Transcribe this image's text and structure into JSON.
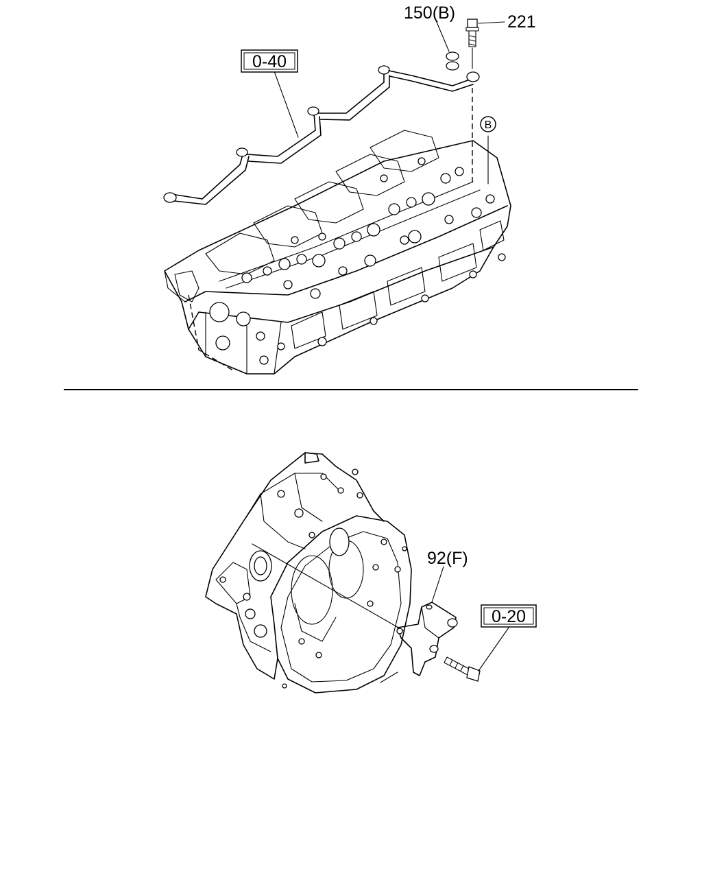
{
  "callouts": {
    "ref_top": "0-40",
    "ref_bottom": "0-20",
    "part_150": "150(B)",
    "part_221": "221",
    "part_92": "92(F)",
    "marker_b": "B"
  },
  "colors": {
    "line": "#000000",
    "background": "#ffffff"
  }
}
